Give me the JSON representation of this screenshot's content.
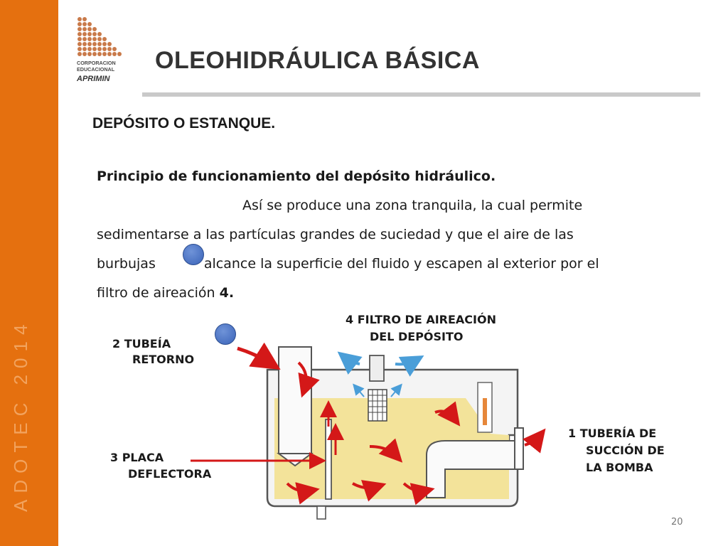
{
  "sidebar": {
    "vertical_text": "ADOTEC 2014",
    "color": "#E5700F"
  },
  "logo": {
    "line1": "CORPORACION",
    "line2": "EDUCACIONAL",
    "line3": "APRIMIN"
  },
  "header": {
    "title": "OLEOHIDRÁULICA BÁSICA"
  },
  "section": {
    "subtitle": "DEPÓSITO  O ESTANQUE."
  },
  "body": {
    "heading": "Principio de  funcionamiento del depósito hidráulico.",
    "line1": "Así se produce una zona tranquila, la cual permite",
    "line2": "sedimentarse a las partículas grandes de suciedad  y que el aire de las",
    "line3a": "burbujas",
    "line3b": "alcance la superficie del fluido  y escapen al exterior por el",
    "line4a": "filtro de aireación ",
    "line4b": "4."
  },
  "labels": {
    "filter_l1": "4   FILTRO DE AIREACIÓN",
    "filter_l2": "DEL DEPÓSITO",
    "return_l1": "2  TUBEÍA",
    "return_l2": "RETORNO",
    "suction_l1": "1  TUBERÍA DE",
    "suction_l2": "SUCCIÓN DE",
    "suction_l3": "LA BOMBA",
    "plate_l1": "3    PLACA",
    "plate_l2": "DEFLECTORA"
  },
  "footer": {
    "page_number": "20"
  }
}
